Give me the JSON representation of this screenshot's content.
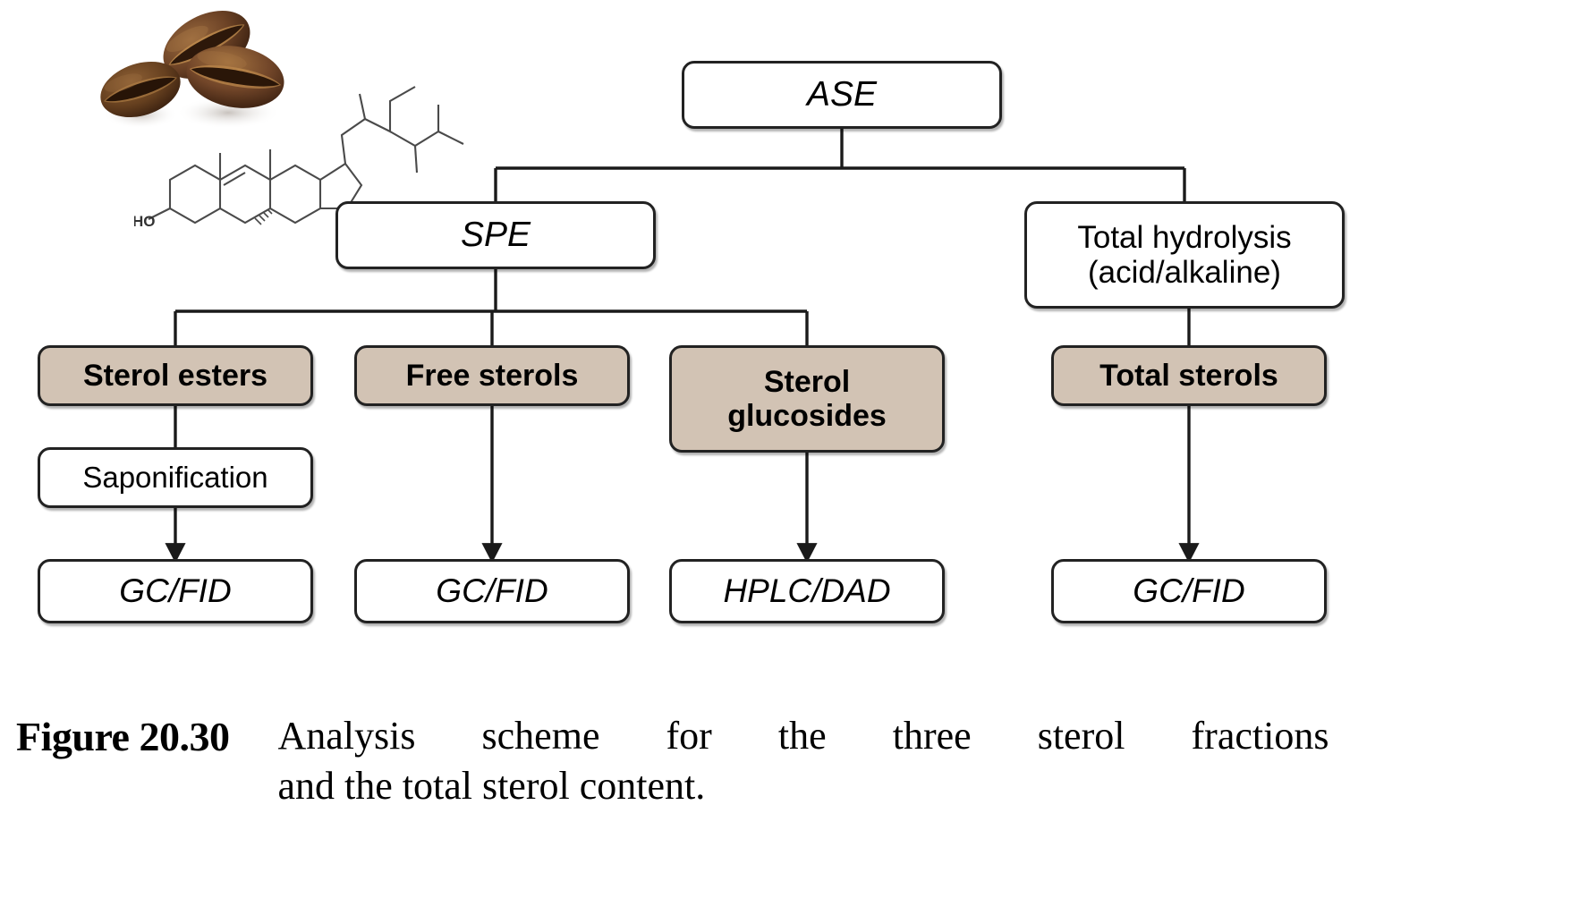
{
  "figure": {
    "caption_label": "Figure 20.30",
    "caption_line_1": "Analysis scheme for the three sterol fractions",
    "caption_line_2": "and the total sterol content.",
    "artwork": {
      "coffee_beans": "coffee-beans-photo",
      "chemical_structure": "sterol-skeletal-structure",
      "chemical_label": "HO"
    }
  },
  "colors": {
    "shaded_fill": "#d2c3b4",
    "box_border": "#222222",
    "background": "#ffffff",
    "connector": "#1a1a1a",
    "bean_dark": "#4a2c17",
    "bean_mid": "#6b4224",
    "bean_light": "#8a5a33"
  },
  "flowchart": {
    "type": "flowchart",
    "nodes": [
      {
        "id": "ase",
        "label": "ASE",
        "style": "italic",
        "level": 0
      },
      {
        "id": "spe",
        "label": "SPE",
        "style": "italic",
        "level": 1
      },
      {
        "id": "hydrolysis_l1",
        "label": "Total hydrolysis",
        "style": "plain",
        "level": 1
      },
      {
        "id": "hydrolysis_l2",
        "label": "(acid/alkaline)",
        "style": "plain",
        "level": 1
      },
      {
        "id": "sterol_esters",
        "label": "Sterol esters",
        "style": "shaded",
        "level": 2
      },
      {
        "id": "free_sterols",
        "label": "Free sterols",
        "style": "shaded",
        "level": 2
      },
      {
        "id": "sterol_glucosides_l1",
        "label": "Sterol",
        "style": "shaded",
        "level": 2
      },
      {
        "id": "sterol_glucosides_l2",
        "label": "glucosides",
        "style": "shaded",
        "level": 2
      },
      {
        "id": "total_sterols",
        "label": "Total sterols",
        "style": "shaded",
        "level": 2
      },
      {
        "id": "saponification",
        "label": "Saponification",
        "style": "plain",
        "level": 3
      },
      {
        "id": "gcfid_1",
        "label": "GC/FID",
        "style": "italic",
        "level": 4
      },
      {
        "id": "gcfid_2",
        "label": "GC/FID",
        "style": "italic",
        "level": 4
      },
      {
        "id": "hplcdad",
        "label": "HPLC/DAD",
        "style": "italic",
        "level": 4
      },
      {
        "id": "gcfid_3",
        "label": "GC/FID",
        "style": "italic",
        "level": 4
      }
    ],
    "edges": [
      {
        "from": "ase",
        "to": "spe",
        "arrow": false
      },
      {
        "from": "ase",
        "to": "hydrolysis",
        "arrow": false
      },
      {
        "from": "spe",
        "to": "sterol_esters",
        "arrow": false
      },
      {
        "from": "spe",
        "to": "free_sterols",
        "arrow": false
      },
      {
        "from": "spe",
        "to": "sterol_glucosides",
        "arrow": false
      },
      {
        "from": "hydrolysis",
        "to": "total_sterols",
        "arrow": false
      },
      {
        "from": "sterol_esters",
        "to": "saponification",
        "arrow": false
      },
      {
        "from": "saponification",
        "to": "gcfid_1",
        "arrow": true
      },
      {
        "from": "free_sterols",
        "to": "gcfid_2",
        "arrow": true
      },
      {
        "from": "sterol_glucosides",
        "to": "hplcdad",
        "arrow": true
      },
      {
        "from": "total_sterols",
        "to": "gcfid_3",
        "arrow": true
      }
    ]
  }
}
